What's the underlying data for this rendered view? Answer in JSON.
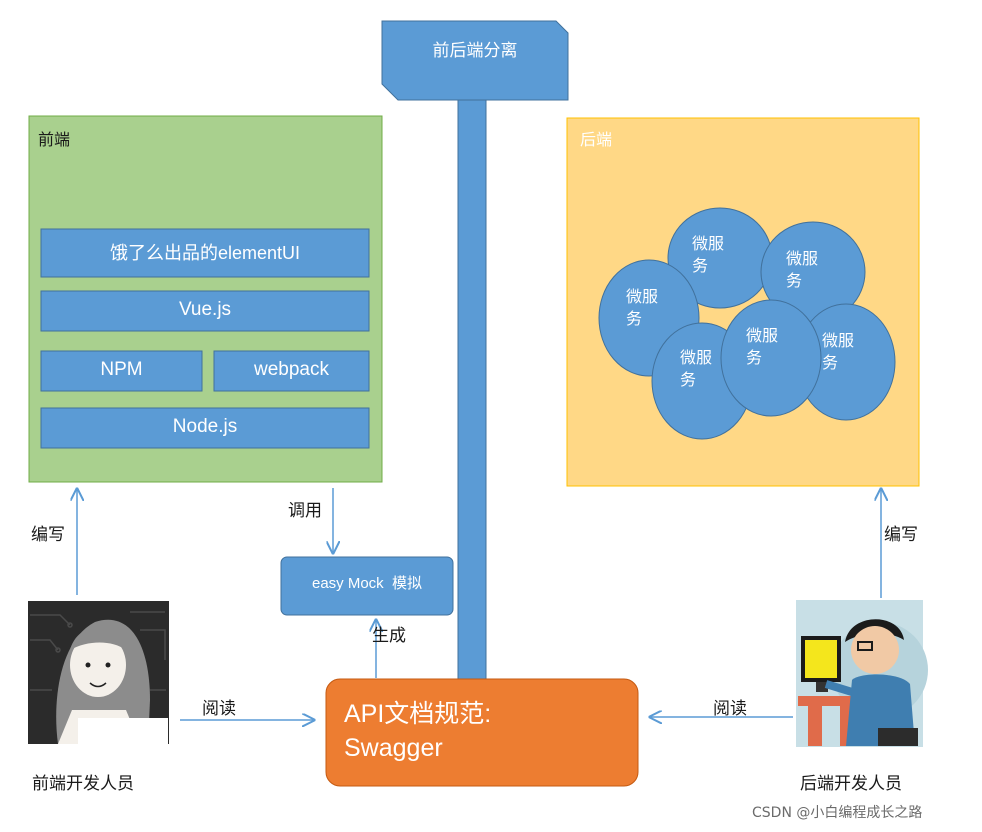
{
  "top_banner": {
    "label": "前后端分离"
  },
  "frontend": {
    "title": "前端",
    "layers": [
      {
        "label": "饿了么出品的elementUI"
      },
      {
        "label": "Vue.js"
      },
      {
        "label": "NPM"
      },
      {
        "label": "webpack"
      },
      {
        "label": "Node.js"
      }
    ]
  },
  "backend": {
    "title": "后端",
    "microservices": [
      {
        "label_line1": "微服",
        "label_line2": "务"
      },
      {
        "label_line1": "微服",
        "label_line2": "务"
      },
      {
        "label_line1": "微服",
        "label_line2": "务"
      },
      {
        "label_line1": "微服",
        "label_line2": "务"
      },
      {
        "label_line1": "微服",
        "label_line2": "务"
      },
      {
        "label_line1": "微服",
        "label_line2": "务"
      }
    ]
  },
  "mock": {
    "label": "easy Mock  模拟"
  },
  "api_doc": {
    "line1": "API文档规范:",
    "line2": "Swagger"
  },
  "edges": {
    "frontend_write": "编写",
    "backend_write": "编写",
    "call": "调用",
    "generate": "生成",
    "frontend_read": "阅读",
    "backend_read": "阅读"
  },
  "people": {
    "frontend_dev": "前端开发人员",
    "backend_dev": "后端开发人员"
  },
  "watermark": "CSDN @小白编程成长之路",
  "colors": {
    "blue_box": "#5b9bd5",
    "blue_border": "#41719c",
    "frontend_bg": "#a9d08e",
    "backend_bg": "#ffd886",
    "api_orange": "#ed7d31",
    "arrow": "#5b9bd5"
  }
}
